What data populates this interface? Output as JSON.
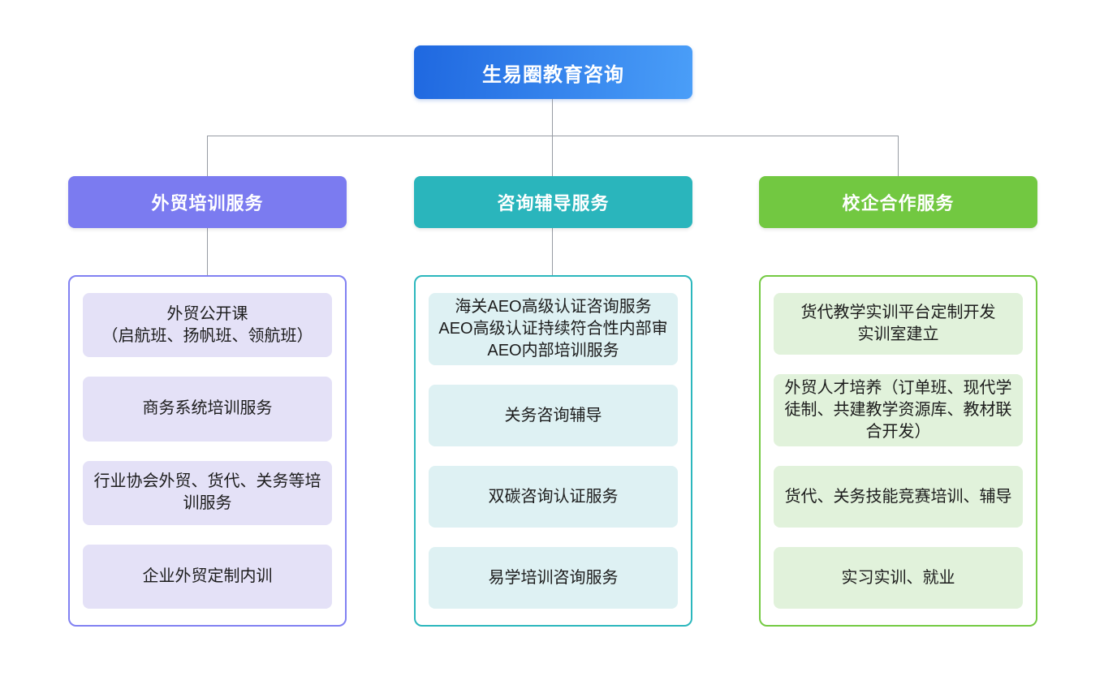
{
  "root": {
    "label": "生易圈教育咨询"
  },
  "palette": {
    "root_gradient_start": "#1f68e0",
    "root_gradient_end": "#4a9ef8",
    "connector_line": "#969ba3",
    "item_text": "#1c1c1c"
  },
  "branches": [
    {
      "label": "外贸培训服务",
      "color": "#7b7bf0",
      "item_bg": "#e4e1f7",
      "items": [
        [
          "外贸公开课",
          "（启航班、扬帆班、领航班）"
        ],
        "商务系统培训服务",
        "行业协会外贸、货代、关务等培训服务",
        "企业外贸定制内训"
      ]
    },
    {
      "label": "咨询辅导服务",
      "color": "#2ab5bc",
      "item_bg": "#def1f3",
      "items": [
        [
          "海关AEO高级认证咨询服务",
          "AEO高级认证持续符合性内部审",
          "AEO内部培训服务"
        ],
        "关务咨询辅导",
        "双碳咨询认证服务",
        "易学培训咨询服务"
      ]
    },
    {
      "label": "校企合作服务",
      "color": "#72c841",
      "item_bg": "#e1f2db",
      "items": [
        [
          "货代教学实训平台定制开发",
          "实训室建立"
        ],
        "外贸人才培养（订单班、现代学徒制、共建教学资源库、教材联合开发）",
        "货代、关务技能竞赛培训、辅导",
        "实习实训、就业"
      ]
    }
  ]
}
